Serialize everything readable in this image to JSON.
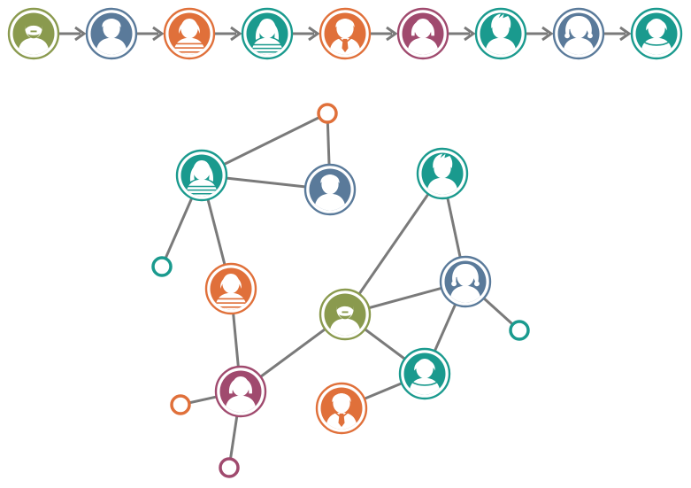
{
  "colors": {
    "olive": "#8a9a4e",
    "blue": "#5a7a9a",
    "orange": "#e0703a",
    "teal": "#1a9a8e",
    "magenta": "#a04a6e",
    "line": "#7a7a7a",
    "glyph": "#ffffff"
  },
  "chain": {
    "avatars": [
      {
        "id": "c1",
        "color": "olive",
        "icon": "bearded-man-avatar-icon"
      },
      {
        "id": "c2",
        "color": "blue",
        "icon": "man-avatar-icon"
      },
      {
        "id": "c3",
        "color": "orange",
        "icon": "woman-striped-shirt-avatar-icon"
      },
      {
        "id": "c4",
        "color": "teal",
        "icon": "woman-long-hair-avatar-icon"
      },
      {
        "id": "c5",
        "color": "orange",
        "icon": "man-tie-avatar-icon"
      },
      {
        "id": "c6",
        "color": "magenta",
        "icon": "woman-bob-hair-avatar-icon"
      },
      {
        "id": "c7",
        "color": "teal",
        "icon": "man-spiky-hair-avatar-icon"
      },
      {
        "id": "c8",
        "color": "blue",
        "icon": "woman-curly-hair-avatar-icon"
      },
      {
        "id": "c9",
        "color": "teal",
        "icon": "woman-short-hair-avatar-icon"
      }
    ]
  },
  "network": {
    "nodes": [
      {
        "id": "n-woman-teal",
        "color": "teal",
        "icon": "woman-long-hair-avatar-icon"
      },
      {
        "id": "n-man-blue",
        "color": "blue",
        "icon": "man-avatar-icon"
      },
      {
        "id": "n-woman-orange",
        "color": "orange",
        "icon": "woman-striped-shirt-avatar-icon"
      },
      {
        "id": "n-woman-magenta",
        "color": "magenta",
        "icon": "woman-bob-hair-avatar-icon"
      },
      {
        "id": "n-bearded-olive",
        "color": "olive",
        "icon": "bearded-man-avatar-icon"
      },
      {
        "id": "n-man-teal-top",
        "color": "teal",
        "icon": "man-spiky-hair-avatar-icon"
      },
      {
        "id": "n-woman-blue",
        "color": "blue",
        "icon": "woman-curly-hair-avatar-icon"
      },
      {
        "id": "n-woman-teal-bottom",
        "color": "teal",
        "icon": "woman-short-hair-avatar-icon"
      },
      {
        "id": "n-man-orange-tie",
        "color": "orange",
        "icon": "man-tie-avatar-icon"
      }
    ],
    "leaves": [
      {
        "id": "leaf-top-orange",
        "color": "orange"
      },
      {
        "id": "leaf-left-teal",
        "color": "teal"
      },
      {
        "id": "leaf-left-orange",
        "color": "orange"
      },
      {
        "id": "leaf-bottom-magenta",
        "color": "magenta"
      },
      {
        "id": "leaf-right-teal",
        "color": "teal"
      }
    ],
    "edges": [
      [
        "n-woman-teal",
        "leaf-top-orange"
      ],
      [
        "leaf-top-orange",
        "n-man-blue"
      ],
      [
        "n-woman-teal",
        "n-man-blue"
      ],
      [
        "n-woman-teal",
        "leaf-left-teal"
      ],
      [
        "n-woman-teal",
        "n-woman-orange"
      ],
      [
        "n-woman-orange",
        "n-woman-magenta"
      ],
      [
        "n-woman-magenta",
        "leaf-left-orange"
      ],
      [
        "n-woman-magenta",
        "leaf-bottom-magenta"
      ],
      [
        "n-woman-magenta",
        "n-bearded-olive"
      ],
      [
        "n-bearded-olive",
        "n-man-teal-top"
      ],
      [
        "n-bearded-olive",
        "n-woman-blue"
      ],
      [
        "n-bearded-olive",
        "n-woman-teal-bottom"
      ],
      [
        "n-man-teal-top",
        "n-woman-blue"
      ],
      [
        "n-woman-blue",
        "n-woman-teal-bottom"
      ],
      [
        "n-woman-blue",
        "leaf-right-teal"
      ],
      [
        "n-woman-teal-bottom",
        "n-man-orange-tie"
      ]
    ]
  }
}
